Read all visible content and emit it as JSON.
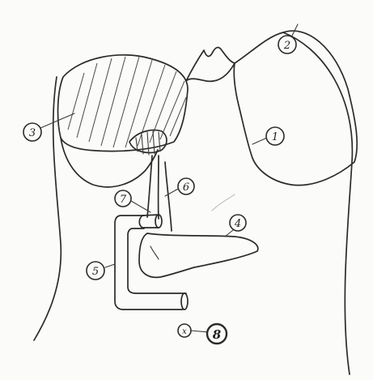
{
  "labels": {
    "one": "1",
    "two": "2",
    "three": "3",
    "four": "4",
    "five": "5",
    "six": "6",
    "seven": "7",
    "eight": "8",
    "x": "x"
  },
  "colors": {
    "ink": "#2b2b2b",
    "paper": "#fbfbf9"
  }
}
